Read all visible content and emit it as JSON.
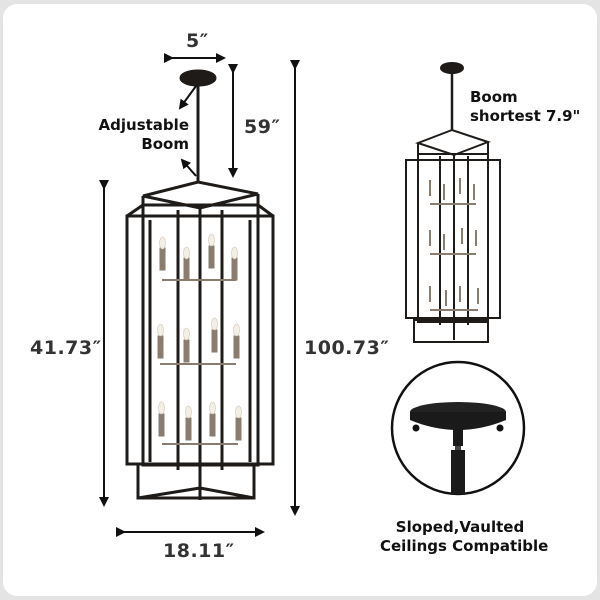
{
  "dimensions": {
    "canopy_width": "5″",
    "boom_length": "59″",
    "body_height": "41.73″",
    "overall_height": "100.73″",
    "body_width": "18.11″"
  },
  "callouts": {
    "adjustable_boom_line1": "Adjustable",
    "adjustable_boom_line2": "Boom",
    "boom_shortest_line1": "Boom",
    "boom_shortest_line2": "shortest 7.9\"",
    "ceiling_line1": "Sloped,Vaulted",
    "ceiling_line2": "Ceilings Compatible"
  },
  "colors": {
    "frame": "#1e1b19",
    "candle_holder": "#8a7d70",
    "text": "#333333",
    "background": "#ffffff"
  }
}
